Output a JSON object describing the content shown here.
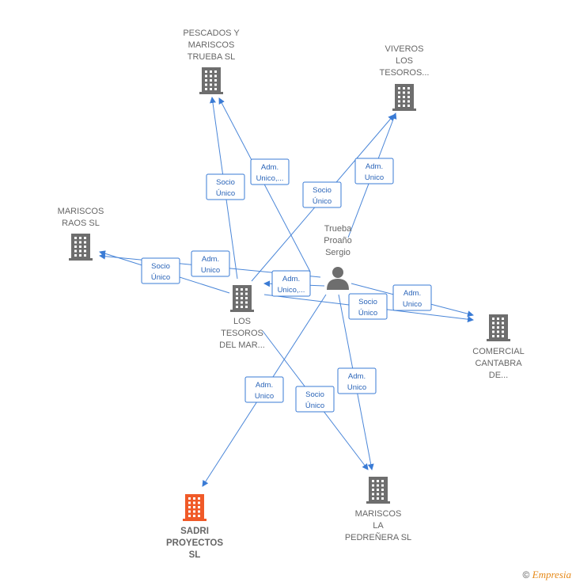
{
  "nodes": [
    {
      "id": "pescados",
      "type": "company",
      "label": [
        "PESCADOS Y",
        "MARISCOS",
        "TRUEBA  SL"
      ],
      "color": "#6e6e6e"
    },
    {
      "id": "viveros",
      "type": "company",
      "label": [
        "VIVEROS",
        "LOS",
        "TESOROS..."
      ],
      "color": "#6e6e6e"
    },
    {
      "id": "raos",
      "type": "company",
      "label": [
        "MARISCOS",
        "RAOS SL"
      ],
      "color": "#6e6e6e"
    },
    {
      "id": "tesoros",
      "type": "company",
      "label": [
        "LOS",
        "TESOROS",
        "DEL MAR..."
      ],
      "color": "#6e6e6e"
    },
    {
      "id": "person",
      "type": "person",
      "label": [
        "Trueba",
        "Proaño",
        "Sergio"
      ],
      "color": "#6e6e6e"
    },
    {
      "id": "comercial",
      "type": "company",
      "label": [
        "COMERCIAL",
        "CANTABRA",
        "DE..."
      ],
      "color": "#6e6e6e"
    },
    {
      "id": "sadri",
      "type": "company",
      "label": [
        "SADRI",
        "PROYECTOS",
        "SL"
      ],
      "color": "#f05a28",
      "highlight": true
    },
    {
      "id": "pedrenera",
      "type": "company",
      "label": [
        "MARISCOS",
        "LA",
        "PEDREÑERA  SL"
      ],
      "color": "#6e6e6e"
    }
  ],
  "edges": [
    {
      "from": "tesoros",
      "to": "pescados",
      "label": [
        "Socio",
        "Único"
      ]
    },
    {
      "from": "person",
      "to": "pescados",
      "label": [
        "Adm.",
        "Unico,..."
      ]
    },
    {
      "from": "tesoros",
      "to": "viveros",
      "label": [
        "Socio",
        "Único"
      ]
    },
    {
      "from": "person",
      "to": "viveros",
      "label": [
        "Adm.",
        "Unico"
      ]
    },
    {
      "from": "tesoros",
      "to": "raos",
      "label": [
        "Socio",
        "Único"
      ]
    },
    {
      "from": "person",
      "to": "raos",
      "label": [
        "Adm.",
        "Unico"
      ]
    },
    {
      "from": "person",
      "to": "tesoros",
      "label": [
        "Adm.",
        "Unico,..."
      ]
    },
    {
      "from": "tesoros",
      "to": "comercial",
      "label": [
        "Socio",
        "Único"
      ]
    },
    {
      "from": "person",
      "to": "comercial",
      "label": [
        "Adm.",
        "Unico"
      ]
    },
    {
      "from": "person",
      "to": "sadri",
      "label": [
        "Adm.",
        "Unico"
      ]
    },
    {
      "from": "tesoros",
      "to": "pedrenera",
      "label": [
        "Socio",
        "Único"
      ]
    },
    {
      "from": "person",
      "to": "pedrenera",
      "label": [
        "Adm.",
        "Unico"
      ]
    }
  ],
  "footer": {
    "copyright": "©",
    "brand": "Empresia"
  }
}
